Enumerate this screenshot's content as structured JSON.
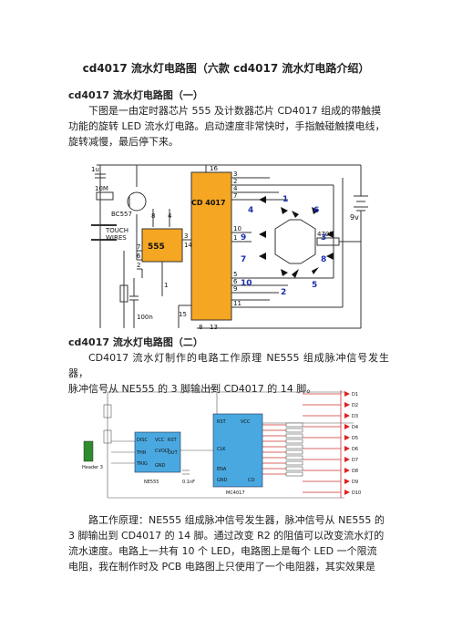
{
  "title": "cd4017 流水灯电路图（六款 cd4017 流水灯电路介绍）",
  "section1": {
    "heading": "cd4017 流水灯电路图（一）",
    "lines": [
      "下图是一由定时器芯片 555 及计数器芯片 CD4017 组成的带触摸",
      "功能的旋转 LED 流水灯电路。启动速度非常快时，手指触碰触摸电线，",
      "旋转减慢，最后停下来。"
    ],
    "figure": {
      "cap": "1u",
      "r_base": "10M",
      "transistor": "BC557",
      "touch": [
        "TOUCH",
        "WIRES"
      ],
      "timer_chip": "555",
      "counter_chip": "CD 4017",
      "cap2": "100n",
      "battery": "9v",
      "resistor": "470R",
      "led_numbers": [
        "1",
        "6",
        "3",
        "8",
        "5",
        "2",
        "10",
        "7",
        "9",
        "4"
      ],
      "pins_555": [
        "8",
        "4",
        "7",
        "6",
        "2",
        "3",
        "1"
      ],
      "pins_4017_left": [
        "16",
        "14",
        "15",
        "13",
        "8"
      ],
      "pins_4017_right": [
        "3",
        "2",
        "4",
        "7",
        "10",
        "1",
        "5",
        "6",
        "9",
        "11"
      ]
    }
  },
  "section2": {
    "heading": "cd4017 流水灯电路图（二）",
    "lines": [
      "CD4017 流水灯制作的电路工作原理 NE555 组成脉冲信号发生器，",
      "脉冲信号从 NE555 的 3 脚输出到 CD4017 的 14 脚。"
    ],
    "figure": {
      "header": "Header 3",
      "chip1": "NE555",
      "chip2": "MC4017",
      "cap": "0.1nF",
      "vcc": "VCC",
      "chip1_pins": [
        "DISC",
        "THR",
        "TRIG",
        "VCC",
        "RST",
        "CVOLT",
        "OUT",
        "GND"
      ],
      "chip2_pins": [
        "RST",
        "CLK",
        "ENA",
        "GND",
        "VCC",
        "CO"
      ],
      "leds": [
        "D1",
        "D2",
        "D3",
        "D4",
        "D5",
        "D6",
        "D7",
        "D8",
        "D9",
        "D10"
      ]
    }
  },
  "section3": {
    "lines": [
      "路工作原理：NE555 组成脉冲信号发生器，脉冲信号从 NE555 的",
      "3 脚输出到 CD4017 的 14 脚。通过改变 R2 的阻值可以改变流水灯的",
      "流水速度。电路上一共有 10 个 LED，电路图上是每个 LED 一个限流",
      "电阻，我在制作时及 PCB 电路图上只使用了一个电阻器，其实效果是"
    ]
  }
}
